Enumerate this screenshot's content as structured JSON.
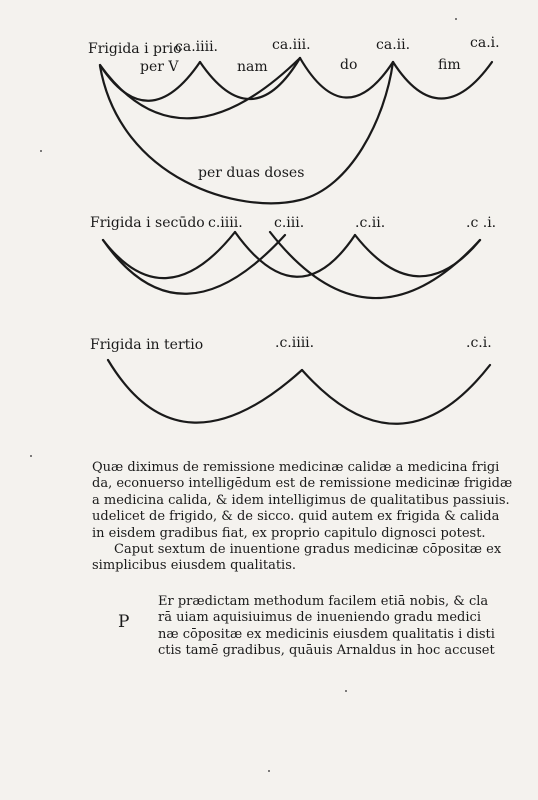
{
  "diagram1": {
    "title": "Frigida i prio",
    "labels": [
      "ca.iiii.",
      "ca.iii.",
      "ca.ii.",
      "ca.i."
    ],
    "words": [
      "per V",
      "nam",
      "do",
      "fim"
    ],
    "caption": "per duas doses"
  },
  "diagram2": {
    "title": "Frigida i secūdo",
    "labels": [
      "c.iiii.",
      "c.iii.",
      ".c.ii.",
      ".c .i."
    ]
  },
  "diagram3": {
    "title": "Frigida in tertio",
    "labels": [
      ".c.iiii.",
      ".c.i."
    ]
  },
  "body": {
    "lines": [
      "Quæ diximus de remissione medicinæ calidæ a medicina frigi",
      "da, econuerso intelligēdum est de remissione medicinæ frigidæ",
      "a medicina calida, & idem intelligimus de qualitatibus passiuis.",
      "udelicet de frigido, & de sicco. quid autem ex frigida & calida",
      "in eisdem gradibus fiat, ex proprio capitulo dignosci potest."
    ],
    "heading_lines": [
      "Caput sextum de inuentione gradus medicinæ cōpositæ ex",
      "simplicibus eiusdem qualitatis."
    ],
    "initial": "P",
    "para_lines": [
      "Er prædictam methodum facilem etiā nobis, & cla",
      "rā uiam aquisiuimus de inueniendo gradu medici",
      "næ cōpositæ ex medicinis eiusdem qualitatis i disti",
      "ctis tamē gradibus, quāuis Arnaldus in hoc accuset"
    ]
  }
}
